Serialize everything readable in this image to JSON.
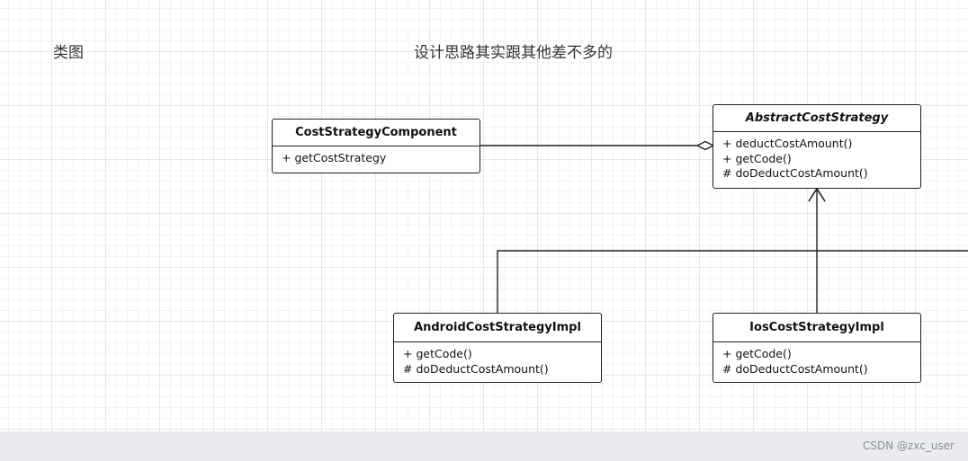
{
  "labels": {
    "left_heading": "类图",
    "center_heading": "设计思路其实跟其他差不多的"
  },
  "classes": {
    "component": {
      "name": "CostStrategyComponent",
      "operations": [
        "+ getCostStrategy"
      ]
    },
    "abstract": {
      "name": "AbstractCostStrategy",
      "operations": [
        "+ deductCostAmount()",
        "+ getCode()",
        "# doDeductCostAmount()"
      ]
    },
    "android": {
      "name": "AndroidCostStrategyImpl",
      "operations": [
        "+ getCode()",
        "# doDeductCostAmount()"
      ]
    },
    "ios": {
      "name": "IosCostStrategyImpl",
      "operations": [
        "+ getCode()",
        "# doDeductCostAmount()"
      ]
    }
  },
  "relations": [
    {
      "type": "aggregation",
      "from": "component",
      "to": "abstract"
    },
    {
      "type": "generalization",
      "from": "android",
      "to": "abstract"
    },
    {
      "type": "generalization",
      "from": "ios",
      "to": "abstract"
    }
  ],
  "footer": {
    "watermark": "CSDN @zxc_user"
  }
}
